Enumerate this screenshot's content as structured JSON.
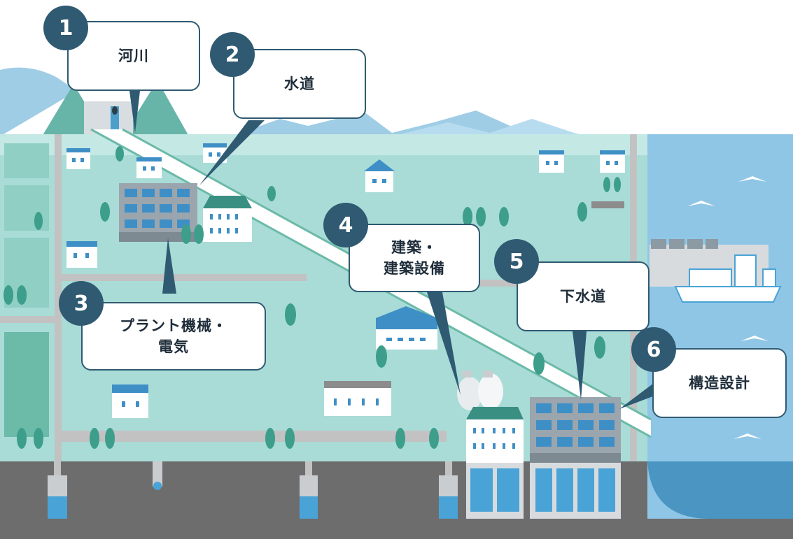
{
  "colors": {
    "sky": "#ffffff",
    "land": "#a9dcd7",
    "sea": "#8fc6e6",
    "road": "#c2c2c2",
    "ground": "#6d6d6d",
    "accent": "#2f5a72",
    "building_blue": "#3f8fc7"
  },
  "callouts": [
    {
      "number": "1",
      "label": "河川"
    },
    {
      "number": "2",
      "label": "水道"
    },
    {
      "number": "3",
      "label": "プラント機械・\n電気"
    },
    {
      "number": "4",
      "label": "建築・\n建築設備"
    },
    {
      "number": "5",
      "label": "下水道"
    },
    {
      "number": "6",
      "label": "構造設計"
    }
  ]
}
